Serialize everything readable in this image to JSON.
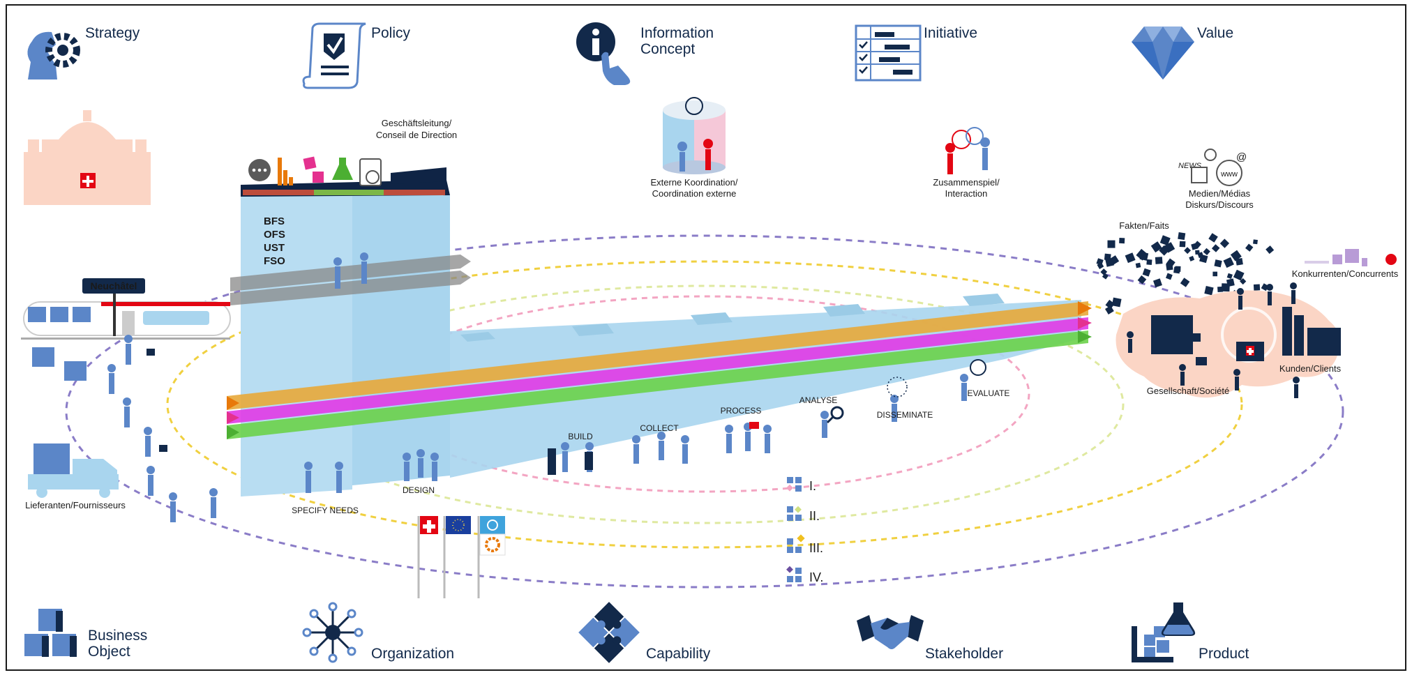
{
  "top_categories": [
    {
      "label": "Strategy",
      "icon": "strategy-icon"
    },
    {
      "label": "Policy",
      "icon": "policy-icon"
    },
    {
      "label": "Information\nConcept",
      "icon": "information-concept-icon"
    },
    {
      "label": "Initiative",
      "icon": "initiative-icon"
    },
    {
      "label": "Value",
      "icon": "value-icon"
    }
  ],
  "bottom_categories": [
    {
      "label": "Business\nObject",
      "icon": "business-object-icon"
    },
    {
      "label": "Organization",
      "icon": "organization-icon"
    },
    {
      "label": "Capability",
      "icon": "capability-icon"
    },
    {
      "label": "Stakeholder",
      "icon": "stakeholder-icon"
    },
    {
      "label": "Product",
      "icon": "product-icon"
    }
  ],
  "building": {
    "label_line1": "Geschäftsleitung/",
    "label_line2": "Conseil de Direction",
    "names": [
      "BFS",
      "OFS",
      "UST",
      "FSO"
    ]
  },
  "station": "Neuchâtel",
  "labels": {
    "extern_1": "Externe Koordination/",
    "extern_2": "Coordination externe",
    "zusammen_1": "Zusammenspiel/",
    "zusammen_2": "Interaction",
    "medien_1": "Medien/Médias",
    "medien_2": "Diskurs/Discours",
    "news": "NEWS",
    "www": "www",
    "fakten": "Fakten/Faits",
    "konkurrenten": "Konkurrenten/Concurrents",
    "kunden": "Kunden/Clients",
    "gesellschaft": "Gesellschaft/Société",
    "lieferanten": "Lieferanten/Fournisseurs"
  },
  "steps": [
    "SPECIFY NEEDS",
    "DESIGN",
    "BUILD",
    "COLLECT",
    "PROCESS",
    "ANALYSE",
    "DISSEMINATE",
    "EVALUATE"
  ],
  "legend": [
    "I.",
    "II.",
    "III.",
    "IV."
  ],
  "colors": {
    "navy": "#12294a",
    "blue": "#5b86c8",
    "light_blue": "#a9d5ee",
    "orange_band": "#e8a83a",
    "magenta_band": "#e13ae6",
    "green_band": "#6cd24a",
    "ring_purple": "#8a7cc7",
    "ring_yellow": "#f0d040",
    "ring_pink": "#f3a5c2",
    "swiss_peach": "#fbd5c5"
  }
}
